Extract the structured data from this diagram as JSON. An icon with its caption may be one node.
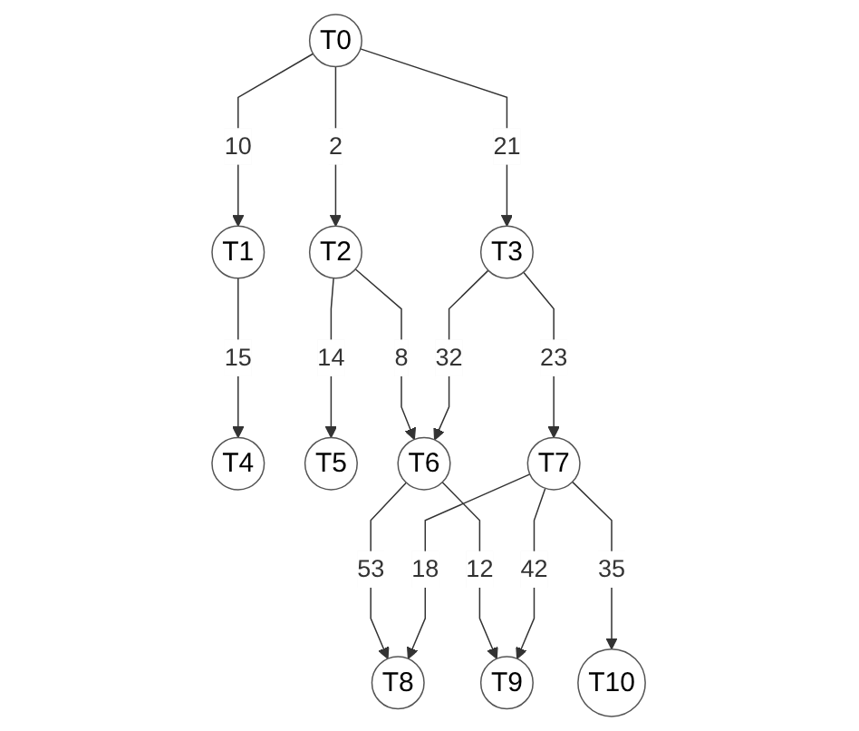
{
  "diagram": {
    "nodes": [
      {
        "text": [
          "T0"
        ]
      },
      {
        "text": [
          "T1"
        ]
      },
      {
        "text": [
          "T2"
        ]
      },
      {
        "text": [
          "T3"
        ]
      },
      {
        "text": [
          "T4"
        ]
      },
      {
        "text": [
          "T5"
        ]
      },
      {
        "text": [
          "T6"
        ]
      },
      {
        "text": [
          "T7"
        ]
      },
      {
        "text": [
          "T8"
        ]
      },
      {
        "text": [
          "T9"
        ]
      },
      {
        "text": [
          "T10"
        ]
      }
    ],
    "edges": [
      {
        "from": 0,
        "to": 1,
        "arrow": "to",
        "label": "10"
      },
      {
        "from": 0,
        "to": 2,
        "arrow": "to",
        "label": "2"
      },
      {
        "from": 0,
        "to": 3,
        "arrow": "to",
        "label": "21"
      },
      {
        "from": 1,
        "to": 4,
        "arrow": "to",
        "label": "15"
      },
      {
        "from": 2,
        "to": 5,
        "arrow": "to",
        "label": "14"
      },
      {
        "from": 2,
        "to": 6,
        "arrow": "to",
        "label": "8"
      },
      {
        "from": 3,
        "to": 6,
        "arrow": "to",
        "label": "32"
      },
      {
        "from": 3,
        "to": 7,
        "arrow": "to",
        "label": "23"
      },
      {
        "from": 6,
        "to": 8,
        "arrow": "to",
        "label": "53"
      },
      {
        "from": 6,
        "to": 9,
        "arrow": "to",
        "label": "12"
      },
      {
        "from": 7,
        "to": 8,
        "arrow": "to",
        "label": "18"
      },
      {
        "from": 7,
        "to": 9,
        "arrow": "to",
        "label": "42"
      },
      {
        "from": 7,
        "to": 10,
        "arrow": "to",
        "label": "35"
      }
    ]
  }
}
